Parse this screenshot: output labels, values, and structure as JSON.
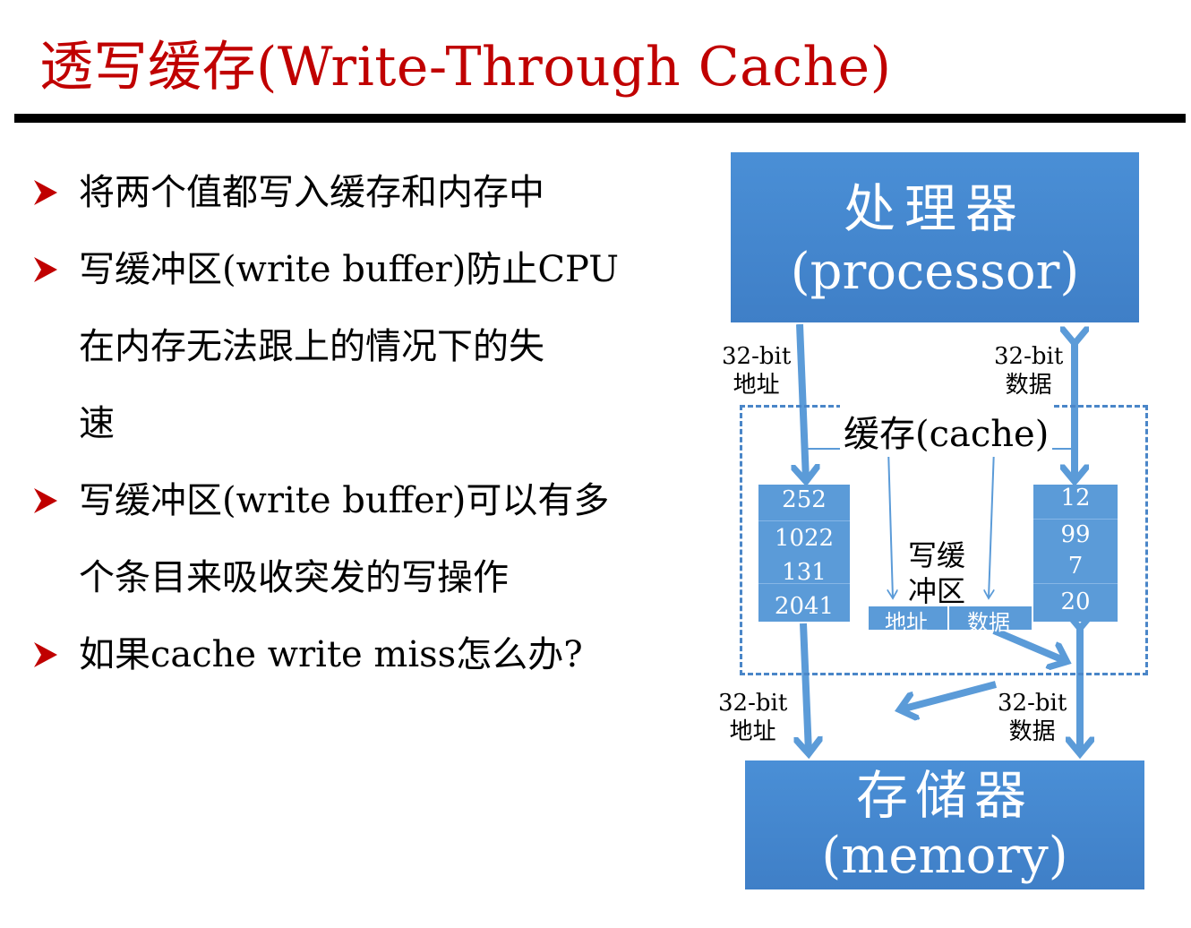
{
  "title": "透写缓存(Write-Through Cache)",
  "bullets": [
    "将两个值都写入缓存和内存中",
    "写缓冲区(write buffer)防止CPU",
    "在内存无法跟上的情况下的失",
    "速",
    "写缓冲区(write buffer)可以有多",
    "个条目来吸收突发的写操作",
    "如果cache write miss怎么办?"
  ],
  "processor": {
    "cn": "处理器",
    "en": "(processor)"
  },
  "memory": {
    "cn": "存储器",
    "en": "(memory)"
  },
  "cache": {
    "label": "缓存(cache)",
    "addresses": [
      "252",
      "1022",
      "131",
      "2041"
    ],
    "data": [
      "12",
      "99",
      "7",
      "20"
    ]
  },
  "write_buffer": {
    "label_line1": "写缓",
    "label_line2": "冲区",
    "addr_label": "地址",
    "data_label": "数据"
  },
  "bus_labels": {
    "top_addr_bits": "32-bit",
    "top_addr_name": "地址",
    "top_data_bits": "32-bit",
    "top_data_name": "数据",
    "bottom_addr_bits": "32-bit",
    "bottom_addr_name": "地址",
    "bottom_data_bits": "32-bit",
    "bottom_data_name": "数据"
  },
  "colors": {
    "title": "#c00000",
    "box": "#4a8fd6",
    "cell": "#5b9bd8",
    "arrow": "#5b9bd8"
  }
}
